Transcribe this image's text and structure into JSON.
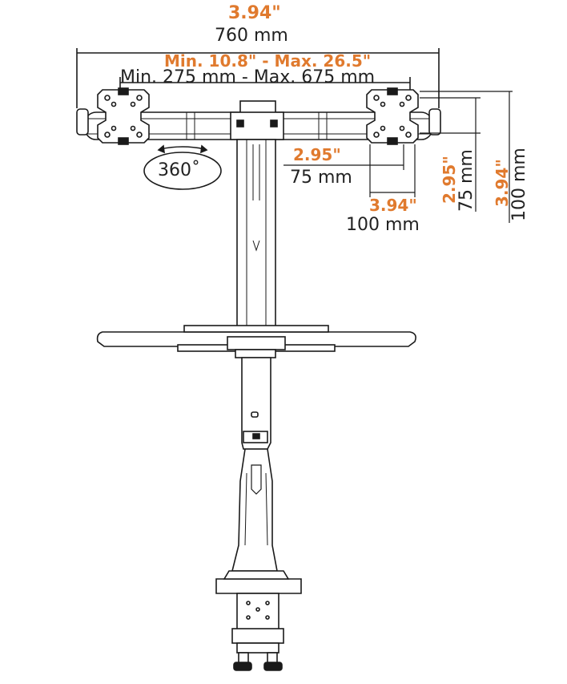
{
  "colors": {
    "accent": "#e07a2e",
    "line": "#1a1a1a",
    "fill": "#ffffff",
    "text": "#222222"
  },
  "dimensions": {
    "total_width": {
      "inch": "3.94\"",
      "mm": "760 mm"
    },
    "arm_span": {
      "inch": "Min. 10.8\" - Max. 26.5\"",
      "mm": "Min. 275 mm - Max. 675 mm"
    },
    "rotation": "360˚",
    "vesa_h_75": {
      "inch": "2.95\"",
      "mm": "75 mm"
    },
    "vesa_h_100": {
      "inch": "3.94\"",
      "mm": "100 mm"
    },
    "vesa_v_75": {
      "inch": "2.95\"",
      "mm": "75 mm"
    },
    "vesa_v_100": {
      "inch": "3.94\"",
      "mm": "100 mm"
    }
  }
}
